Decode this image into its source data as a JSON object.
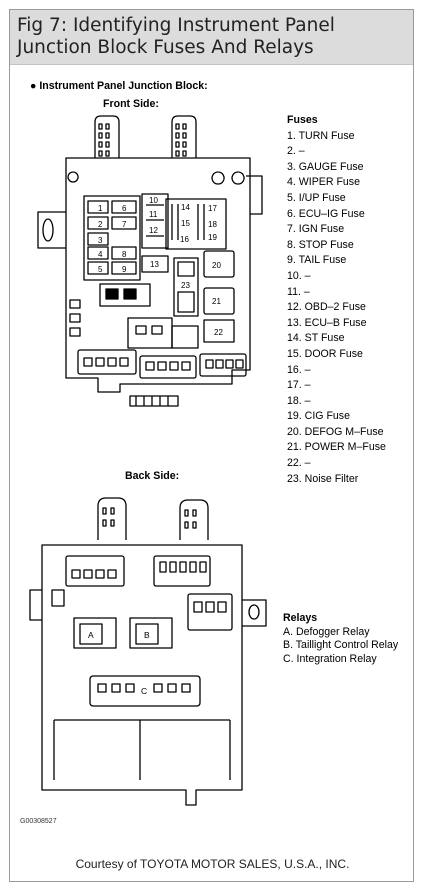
{
  "header": {
    "title": "Fig 7: Identifying Instrument Panel Junction Block Fuses And Relays"
  },
  "diagram": {
    "heading": "● Instrument Panel Junction Block:",
    "front_label": "Front Side:",
    "back_label": "Back Side:",
    "front_numbers": [
      "1",
      "2",
      "3",
      "4",
      "5",
      "6",
      "7",
      "8",
      "9",
      "10",
      "11",
      "12",
      "13",
      "14",
      "15",
      "16",
      "17",
      "18",
      "19",
      "20",
      "21",
      "22",
      "23"
    ],
    "relay_letters": [
      "A",
      "B",
      "C"
    ],
    "image_code": "G00308527"
  },
  "fuses": {
    "title": "Fuses",
    "items": [
      "1. TURN Fuse",
      "2. –",
      "3. GAUGE Fuse",
      "4. WIPER Fuse",
      "5. I/UP Fuse",
      "6. ECU–IG Fuse",
      "7. IGN Fuse",
      "8. STOP Fuse",
      "9. TAIL Fuse",
      "10. –",
      "11. –",
      "12. OBD–2 Fuse",
      "13. ECU–B Fuse",
      "14. ST Fuse",
      "15. DOOR Fuse",
      "16. –",
      "17. –",
      "18. –",
      "19. CIG Fuse",
      "20. DEFOG M–Fuse",
      "21. POWER M–Fuse",
      "22. –",
      "23. Noise Filter"
    ]
  },
  "relays": {
    "title": "Relays",
    "items": [
      "A. Defogger Relay",
      "B. Taillight Control Relay",
      "C. Integration Relay"
    ]
  },
  "footer": {
    "credit": "Courtesy of TOYOTA MOTOR SALES, U.S.A., INC."
  }
}
